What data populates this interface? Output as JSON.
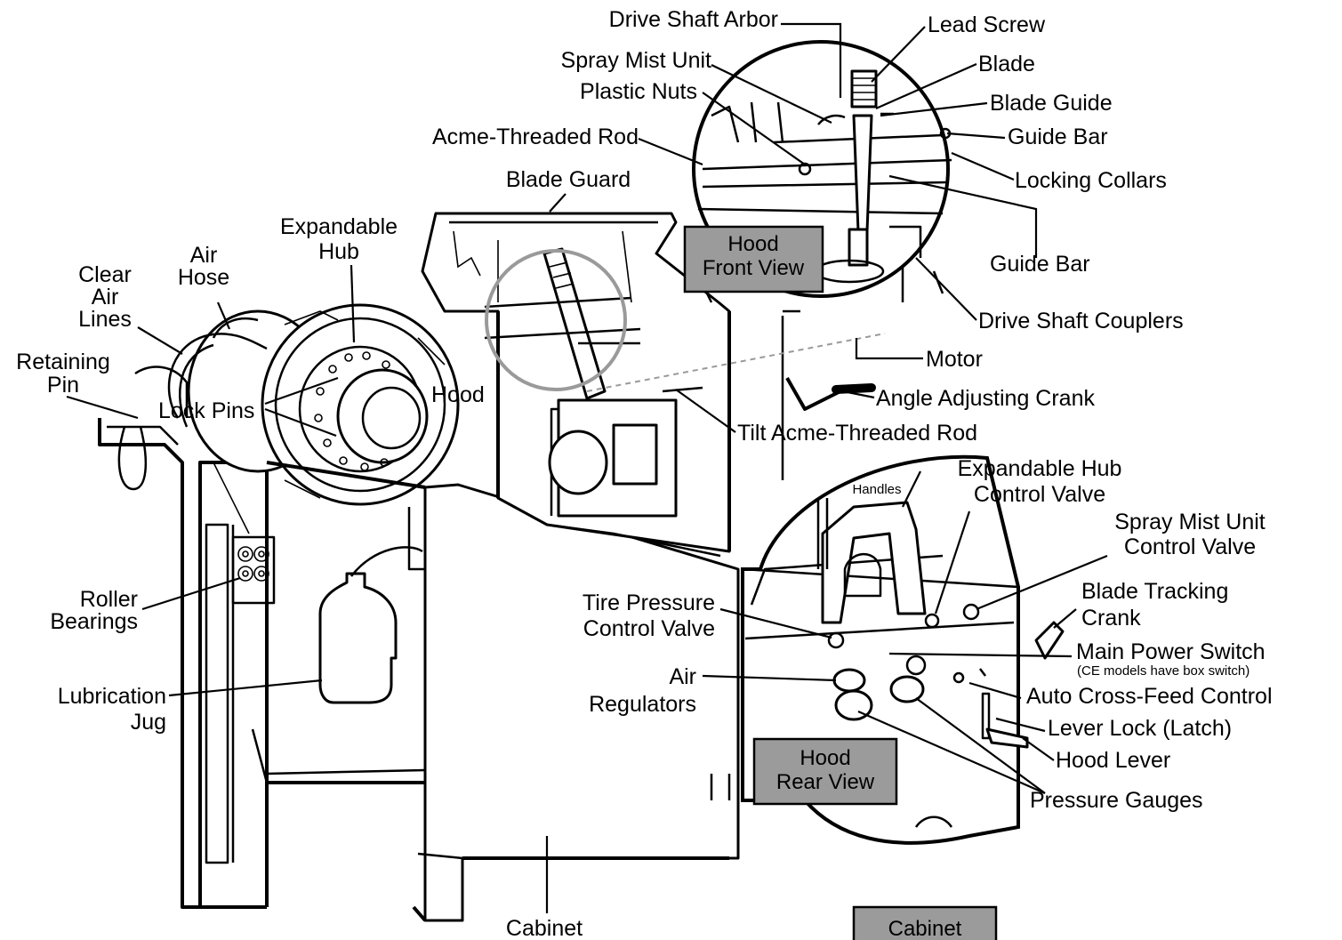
{
  "labels": {
    "drive_shaft_arbor": "Drive Shaft Arbor",
    "lead_screw": "Lead Screw",
    "spray_mist_unit": "Spray Mist Unit",
    "blade": "Blade",
    "plastic_nuts": "Plastic Nuts",
    "blade_guide": "Blade Guide",
    "acme_threaded_rod": "Acme-Threaded Rod",
    "guide_bar_top": "Guide Bar",
    "blade_guard": "Blade Guard",
    "locking_collars": "Locking Collars",
    "expandable_hub": [
      "Expandable",
      "Hub"
    ],
    "air_hose": [
      "Air",
      "Hose"
    ],
    "clear_air_lines": [
      "Clear",
      "Air",
      "Lines"
    ],
    "guide_bar_lower": "Guide Bar",
    "drive_shaft_couplers": "Drive Shaft Couplers",
    "retaining_pin": [
      "Retaining",
      "Pin"
    ],
    "motor": "Motor",
    "hood": "Hood",
    "lock_pins": "Lock Pins",
    "angle_adjusting_crank": "Angle Adjusting Crank",
    "tilt_acme_threaded_rod": "Tilt Acme-Threaded Rod",
    "handles": "Handles",
    "expandable_hub_control_valve": [
      "Expandable Hub",
      "Control Valve"
    ],
    "spray_mist_unit_control_valve": [
      "Spray Mist Unit",
      "Control Valve"
    ],
    "tire_pressure_control_valve": [
      "Tire Pressure",
      "Control Valve"
    ],
    "blade_tracking_crank": [
      "Blade Tracking",
      "Crank"
    ],
    "roller_bearings": [
      "Roller",
      "Bearings"
    ],
    "main_power_switch": "Main Power Switch",
    "main_power_switch_note": "(CE models have box switch)",
    "air_regulators": [
      "Air",
      "Regulators"
    ],
    "auto_cross_feed_control": "Auto Cross-Feed Control",
    "lubrication_jug": [
      "Lubrication",
      "Jug"
    ],
    "lever_lock": "Lever Lock (Latch)",
    "hood_lever": "Hood Lever",
    "pressure_gauges": "Pressure Gauges",
    "cabinet": "Cabinet"
  },
  "boxes": {
    "hood_front_view": [
      "Hood",
      "Front View"
    ],
    "hood_rear_view": [
      "Hood",
      "Rear View"
    ],
    "cabinet": "Cabinet"
  },
  "colors": {
    "line": "#000000",
    "box_fill": "#9b9b9b",
    "detail_circle": "#9a9a9a",
    "leader_dashed": "#9a9a9a",
    "background": "#ffffff"
  }
}
